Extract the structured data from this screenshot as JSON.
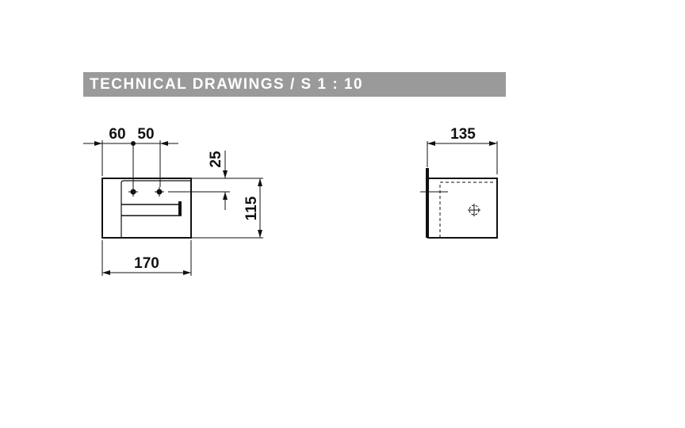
{
  "header": {
    "title": "TECHNICAL DRAWINGS / S 1 : 10"
  },
  "front_view": {
    "dim_left": "60",
    "dim_hole_spacing": "50",
    "dim_vertical_offset": "25",
    "dim_height": "115",
    "dim_width": "170"
  },
  "side_view": {
    "dim_depth": "135"
  }
}
